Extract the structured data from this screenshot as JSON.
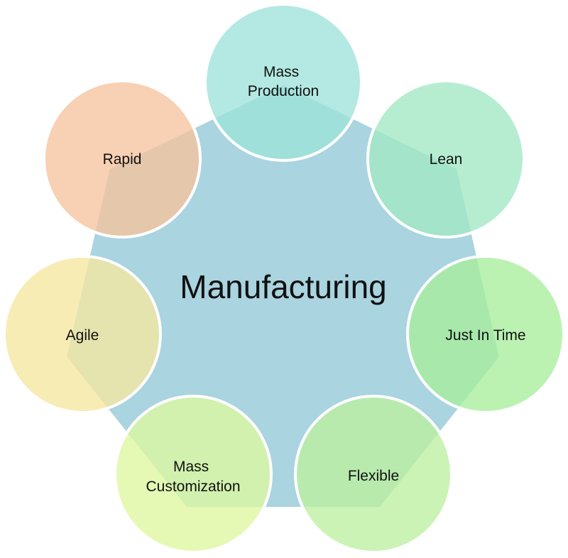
{
  "center": {
    "label": "Manufacturing",
    "color": "#a9d4e0"
  },
  "nodes": [
    {
      "id": "mass-production",
      "lines": [
        "Mass",
        "Production"
      ],
      "color": "#9ee3da"
    },
    {
      "id": "lean",
      "lines": [
        "Lean"
      ],
      "color": "#a2e8c4"
    },
    {
      "id": "just-in-time",
      "lines": [
        "Just In Time"
      ],
      "color": "#a8ee9c"
    },
    {
      "id": "flexible",
      "lines": [
        "Flexible"
      ],
      "color": "#bdf0a0"
    },
    {
      "id": "mass-customization",
      "lines": [
        "Mass",
        "Customization"
      ],
      "color": "#def7a0"
    },
    {
      "id": "agile",
      "lines": [
        "Agile"
      ],
      "color": "#f6e7a0"
    },
    {
      "id": "rapid",
      "lines": [
        "Rapid"
      ],
      "color": "#f6c39e"
    }
  ]
}
